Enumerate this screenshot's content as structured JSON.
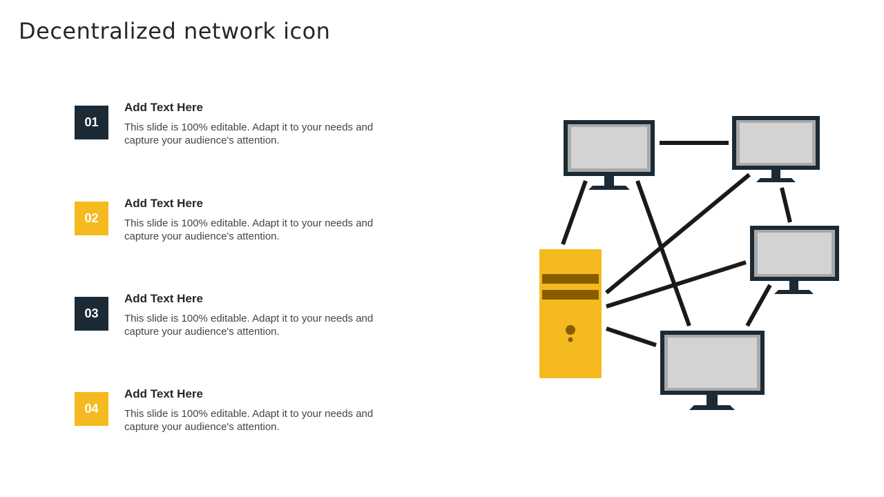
{
  "slide": {
    "title": "Decentralized network icon"
  },
  "items": [
    {
      "number": "01",
      "heading": "Add Text Here",
      "body": "This slide is 100% editable. Adapt it to your needs and capture your audience's attention.",
      "color": "#1b2a35"
    },
    {
      "number": "02",
      "heading": "Add Text Here",
      "body": "This slide is 100% editable. Adapt it to your needs and capture your audience's attention.",
      "color": "#f4ba1f"
    },
    {
      "number": "03",
      "heading": "Add Text Here",
      "body": "This slide is 100% editable. Adapt it to your needs and capture your audience's attention.",
      "color": "#1b2a35"
    },
    {
      "number": "04",
      "heading": "Add Text Here",
      "body": "This slide is 100% editable. Adapt it to your needs and capture your audience's attention.",
      "color": "#f4ba1f"
    }
  ],
  "colors": {
    "dark": "#1b2a35",
    "accent": "#f4ba1f",
    "screen": "#d3d3d3"
  },
  "icons": [
    "monitor-icon",
    "server-tower-icon"
  ]
}
